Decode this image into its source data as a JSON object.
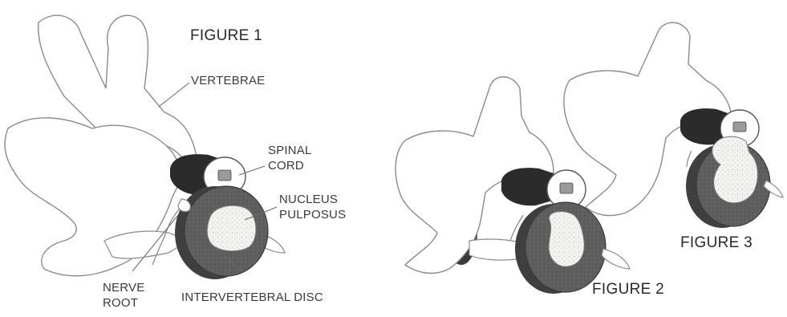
{
  "figures": {
    "figure1": "FIGURE 1",
    "figure2": "FIGURE 2",
    "figure3": "FIGURE 3"
  },
  "labels": {
    "vertebrae": "VERTEBRAE",
    "spinal_cord_line1": "SPINAL",
    "spinal_cord_line2": "CORD",
    "nucleus_line1": "NUCLEUS",
    "nucleus_line2": "PULPOSUS",
    "nerve_root_line1": "NERVE",
    "nerve_root_line2": "ROOT",
    "intervertebral_disc": "INTERVERTEBRAL DISC"
  },
  "colors": {
    "outline": "#8a8a8a",
    "disc_annulus": "#5a5a5a",
    "nucleus": "#f3f3f0",
    "bone_fill": "#ffffff",
    "cord_dark": "#2b2b2b",
    "background": "#ffffff"
  }
}
